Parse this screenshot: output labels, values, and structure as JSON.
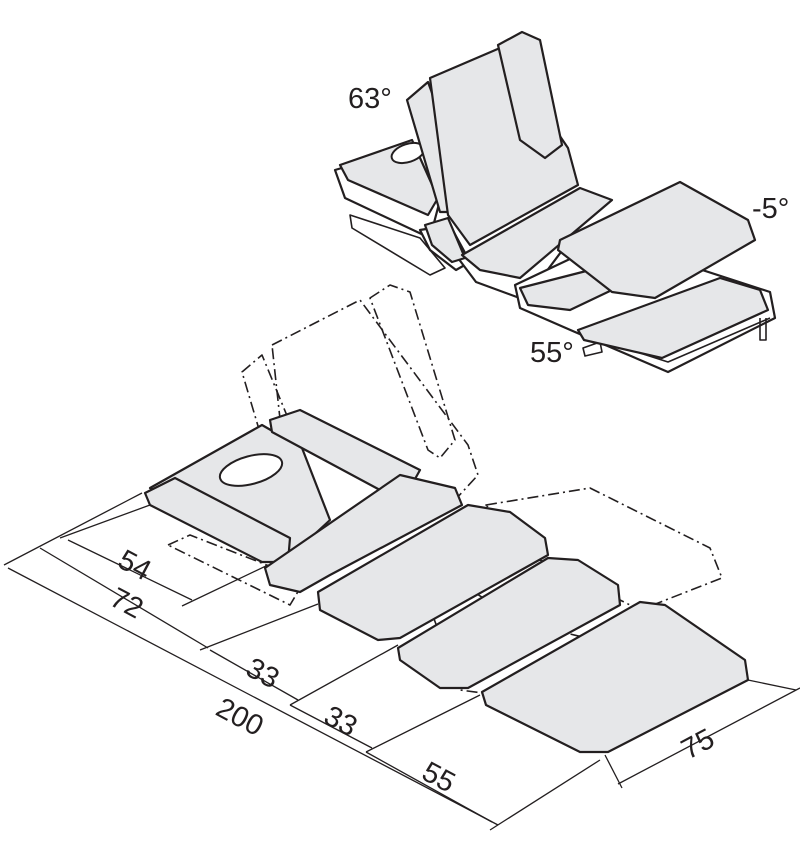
{
  "angles": {
    "back": "63°",
    "legs": "-5°",
    "knee": "55°"
  },
  "dimensions": {
    "head": "54",
    "head_total": "72",
    "overall": "200",
    "seat": "33",
    "thigh": "33",
    "leg": "55",
    "width": "75"
  },
  "colors": {
    "cushion": "#e6e7e9",
    "outline": "#231f20"
  }
}
